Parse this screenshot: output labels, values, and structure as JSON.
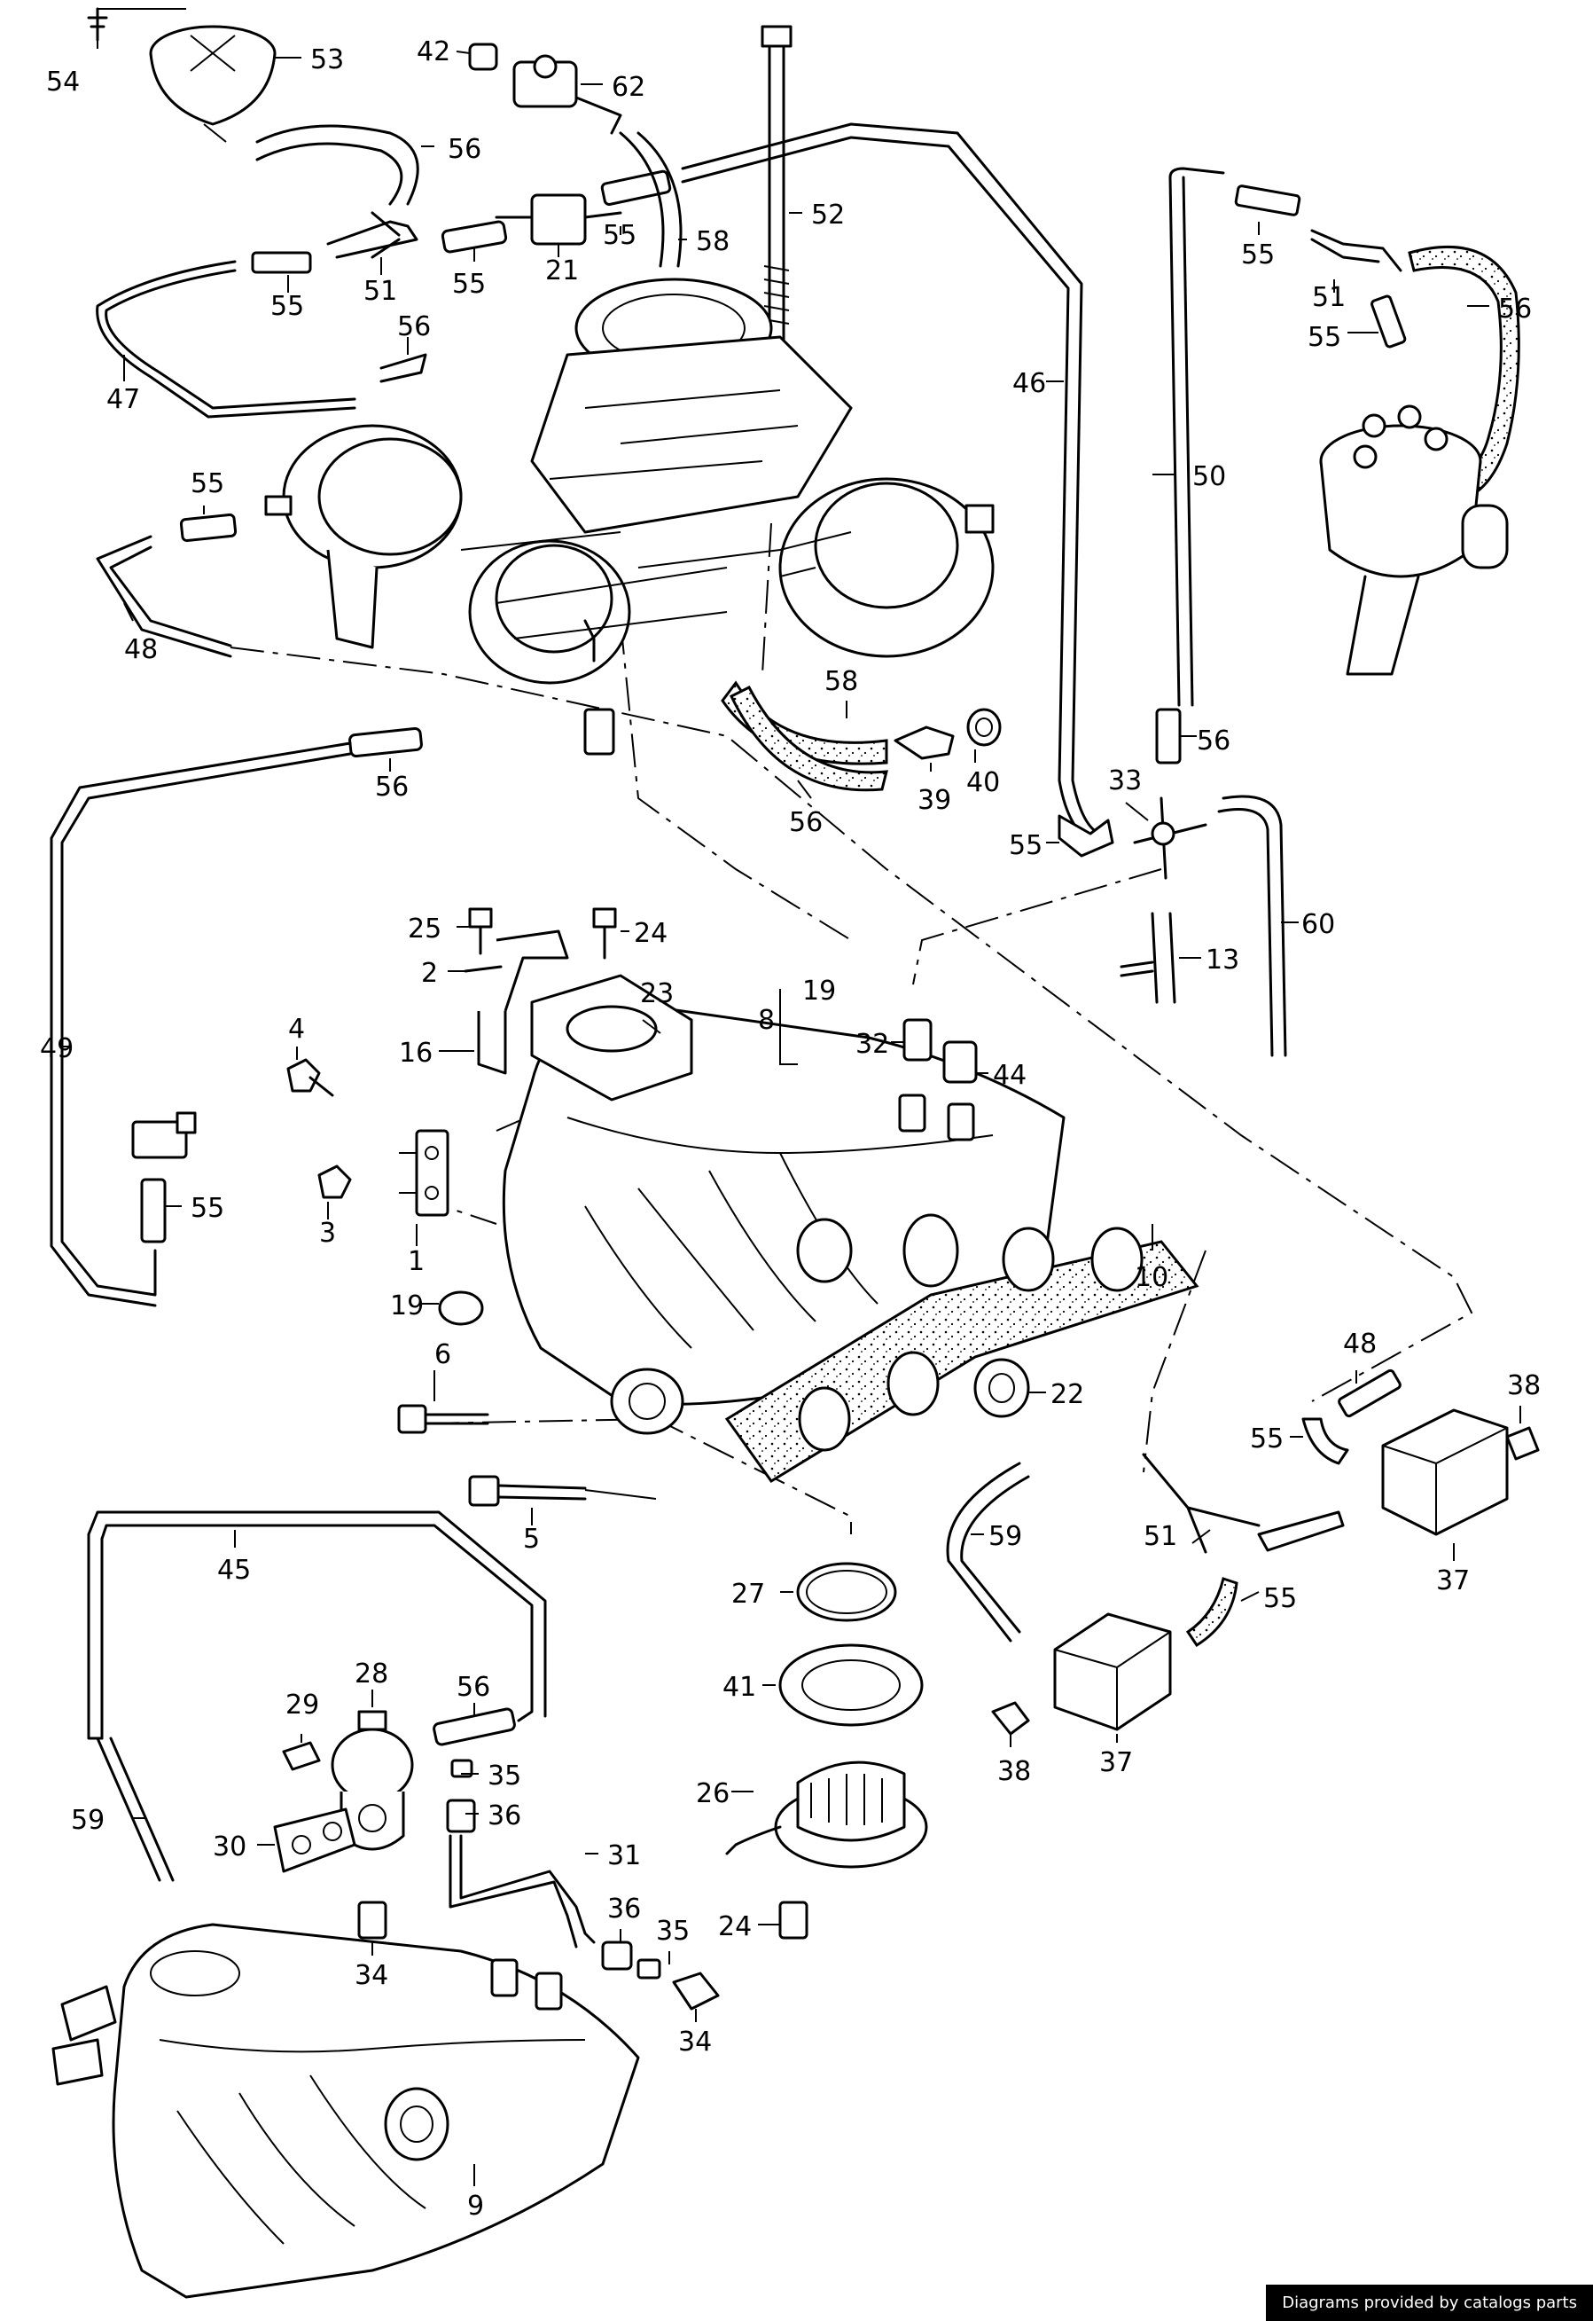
{
  "credit": "Diagrams provided by catalogs parts",
  "labels": {
    "l54": "54",
    "l53": "53",
    "l42": "42",
    "l62": "62",
    "l56a": "56",
    "l52": "52",
    "l55a": "55",
    "l58a": "58",
    "l51a": "51",
    "l21": "21",
    "l55b": "55",
    "l55c": "55",
    "l47": "47",
    "l56b": "56",
    "l46": "46",
    "l55d": "55",
    "l51b": "51",
    "l56c": "56",
    "l55e": "55",
    "l50": "50",
    "l55f": "55",
    "l48a": "48",
    "l58b": "58",
    "l56d": "56",
    "l39": "39",
    "l40": "40",
    "l56e": "56",
    "l56f": "56",
    "l33": "33",
    "l55g": "55",
    "l13": "13",
    "l60": "60",
    "l25": "25",
    "l24a": "24",
    "l2": "2",
    "l23": "23",
    "l8": "8",
    "l19a": "19",
    "l32": "32",
    "l44": "44",
    "l16": "16",
    "l4": "4",
    "l49": "49",
    "l55h": "55",
    "l3": "3",
    "l1": "1",
    "l10": "10",
    "l19b": "19",
    "l22": "22",
    "l6": "6",
    "l48b": "48",
    "l38a": "38",
    "l55i": "55",
    "l5": "5",
    "l59a": "59",
    "l51c": "51",
    "l55j": "55",
    "l37a": "37",
    "l45": "45",
    "l27": "27",
    "l41": "41",
    "l37b": "37",
    "l38b": "38",
    "l28": "28",
    "l29": "29",
    "l56g": "56",
    "l35a": "35",
    "l36a": "36",
    "l30": "30",
    "l31": "31",
    "l59b": "59",
    "l26": "26",
    "l36b": "36",
    "l35b": "35",
    "l24b": "24",
    "l34a": "34",
    "l34b": "34",
    "l9": "9"
  }
}
